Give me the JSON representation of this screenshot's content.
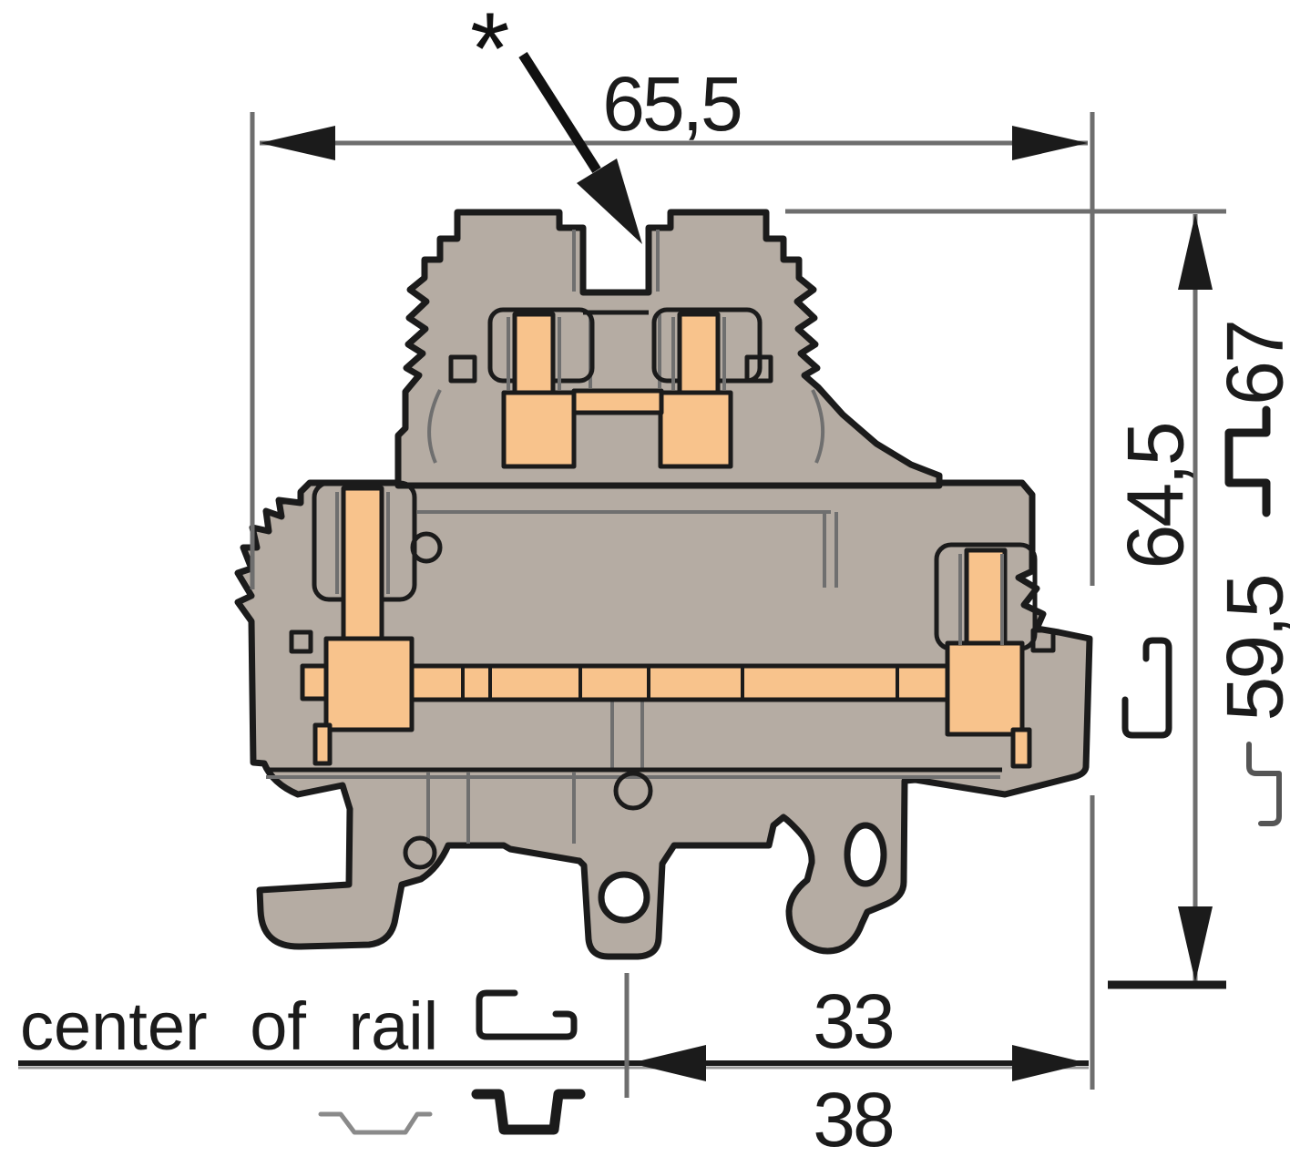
{
  "labels": {
    "asterisk": "*",
    "width_top": "65,5",
    "height_total": "67",
    "height_upper": "64,5",
    "height_lower": "59,5",
    "offset_inner": "33",
    "offset_outer": "38",
    "center_of_rail": "center of rail"
  },
  "colors": {
    "housing": "#b5aca3",
    "copper": "#f8c38c",
    "outline": "#1b1b1b",
    "dim_line": "#6e6e6e",
    "hole": "#ffffff"
  },
  "icons": {
    "callout": "callout-arrow-icon",
    "rail_center": "g-rail-profile-icon",
    "rail_thin": "top-hat-rail-thin-icon",
    "rail_bold": "top-hat-rail-bold-icon",
    "rail_67": "top-hat-rail-icon",
    "rail_645": "g-rail-profile-icon",
    "rail_595": "rail-step-icon"
  }
}
